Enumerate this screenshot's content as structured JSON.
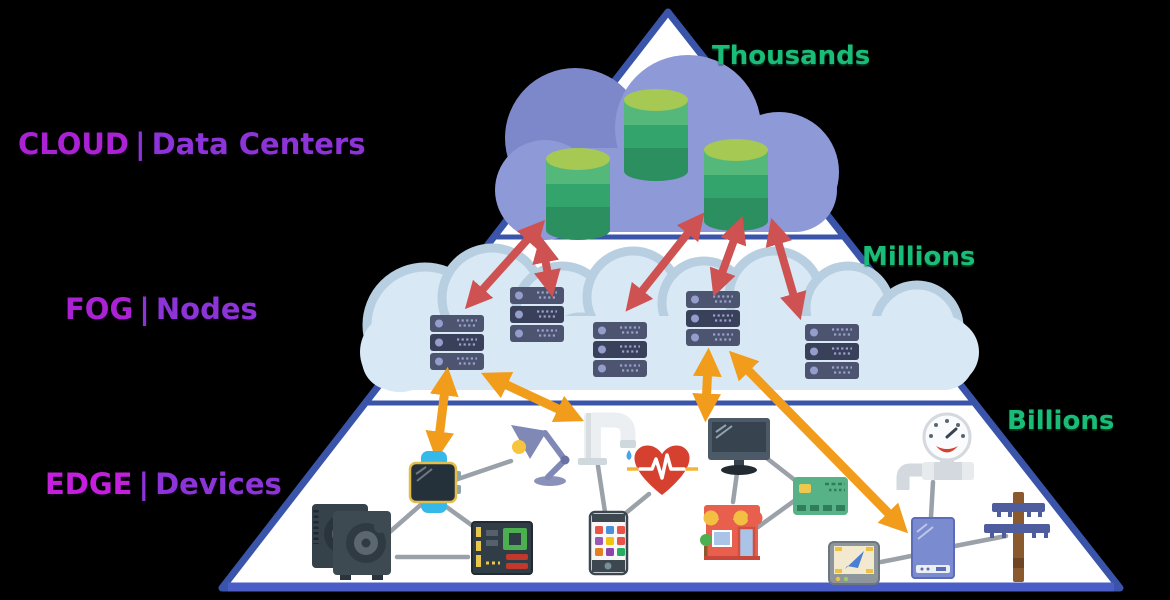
{
  "diagram": {
    "title": "Cloud - Fog - Edge computing pyramid",
    "tiers": [
      {
        "keyword": "CLOUD",
        "separator": "|",
        "rest": "Data Centers",
        "scale": "Thousands",
        "icon": "database-cylinder",
        "icon_count": 3
      },
      {
        "keyword": "FOG",
        "separator": "|",
        "rest": "Nodes",
        "scale": "Millions",
        "icon": "server-rack",
        "icon_count": 5
      },
      {
        "keyword": "EDGE",
        "separator": "|",
        "rest": "Devices",
        "scale": "Billions",
        "icon": "device-icons",
        "icon_count": 14
      }
    ],
    "edge_devices": [
      "hard-drive",
      "smartwatch",
      "desk-lamp",
      "circuit-board",
      "smartphone",
      "faucet",
      "heart-monitor",
      "monitor",
      "store",
      "credit-card",
      "gps-navigator",
      "water-meter",
      "smart-meter",
      "utility-pole"
    ],
    "palette": {
      "pyramid_outline": "#3a54a9",
      "pyramid_fill": "#ffffff",
      "cloud_fill": "#8e99d8",
      "cloud_shadow": "#7d88cb",
      "fog_fill": "#d8e8f4",
      "fog_outline": "#b7cfe1",
      "database_cap": "#a5c952",
      "database_green": "#33a46b",
      "server_body": "#4c546f",
      "red_arrow": "#cd5251",
      "orange_arrow": "#f29c1c",
      "keyword_color": "#ab22d4",
      "label_color": "#8d34d8",
      "scale_color": "#1abd78"
    }
  }
}
